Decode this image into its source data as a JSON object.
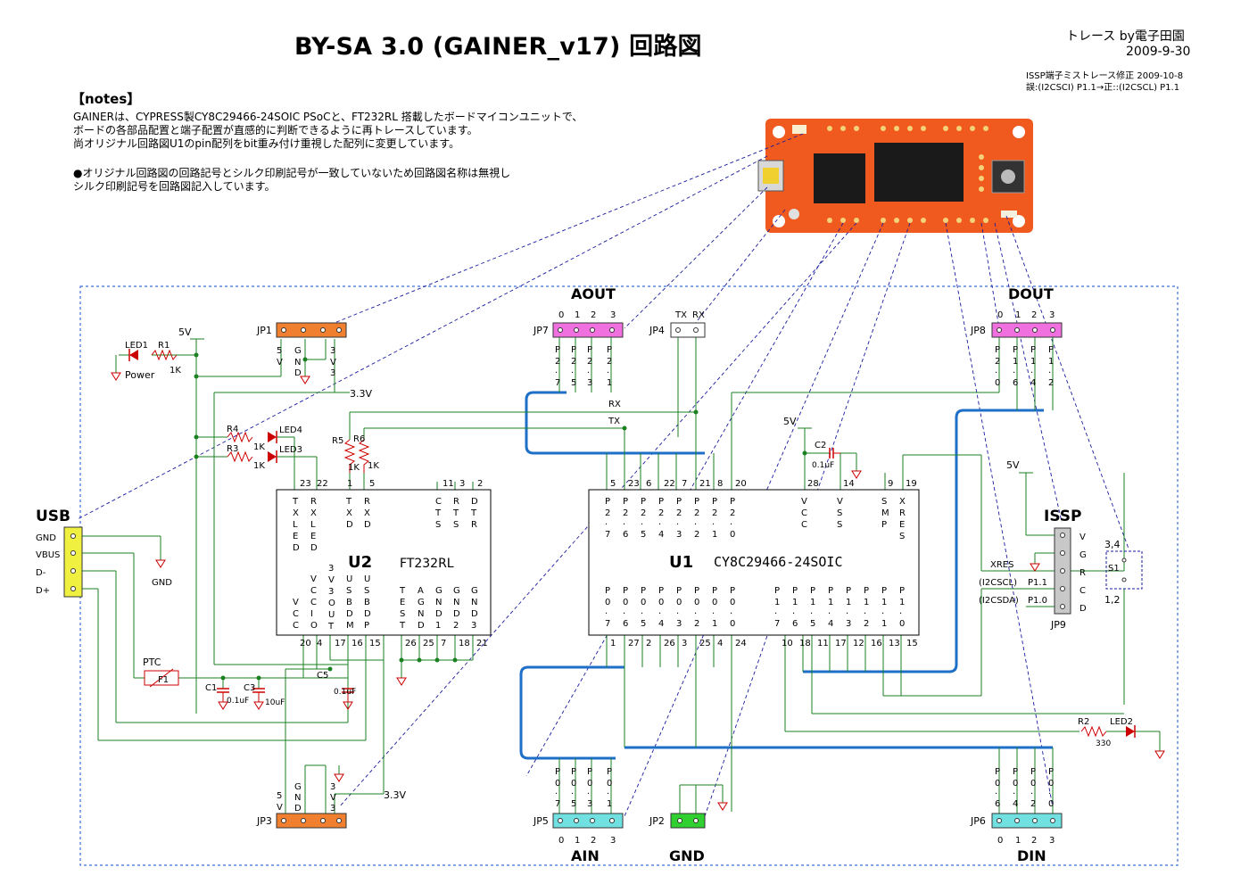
{
  "header": {
    "title": "BY-SA 3.0 (GAINER_v17) 回路図",
    "trace_credit": "トレース by電子田園",
    "trace_date": "2009-9-30",
    "fix_note_line1": "ISSP端子ミストレース修正 2009-10-8",
    "fix_note_line2": "誤:(I2CSCI) P1.1→正::(I2CSCL) P1.1"
  },
  "notes": {
    "heading": "【notes】",
    "line1": "GAINERは、CYPRESS製CY8C29466-24SOIC PSoCと、FT232RL 搭載したボードマイコンユニットで、",
    "line2": "ボードの各部品配置と端子配置が直感的に判断できるように再トレースしています。",
    "line3": "尚オリジナル回路図U1のpin配列をbit重み付け重視した配列に変更しています。",
    "line4": "●オリジナル回路図の回路記号とシルク印刷記号が一致していないため回路図名称は無視し",
    "line5": "シルク印刷記号を回路図記入しています。"
  },
  "labels": {
    "aout": "AOUT",
    "dout": "DOUT",
    "ain": "AIN",
    "gnd_group": "GND",
    "din": "DIN",
    "usb": "USB",
    "issp": "ISSP",
    "u1": "U1",
    "u1_part": "CY8C29466-24SOIC",
    "u2": "U2",
    "u2_part": "FT232RL",
    "jp1": "JP1",
    "jp2": "JP2",
    "jp3": "JP3",
    "jp4": "JP4",
    "jp5": "JP5",
    "jp6": "JP6",
    "jp7": "JP7",
    "jp8": "JP8",
    "jp9": "JP9",
    "led1": "LED1",
    "power": "Power",
    "r1": "R1",
    "r1_val": "1K",
    "v5": "5V",
    "r4": "R4",
    "r3": "R3",
    "r4_val": "1K",
    "r3_val": "1K",
    "led4": "LED4",
    "led3": "LED3",
    "r5": "R5",
    "r6": "R6",
    "r5_val": "1K",
    "r6_val": "1K",
    "v33": "3.3V",
    "rx": "RX",
    "tx": "TX",
    "c2": "C2",
    "c2_val": "0.1uF",
    "ptc": "PTC",
    "f1": "F1",
    "c1": "C1",
    "c1_val": "0.1uF",
    "c3": "C3",
    "c3_val": "10uF",
    "c5": "C5",
    "c5_val": "0.1uF",
    "gnd": "GND",
    "usb_pins": [
      "GND",
      "VBUS",
      "D-",
      "D+"
    ],
    "xres": "XRES",
    "i2cscl": "(I2CSCL)",
    "p11": "P1.1",
    "i2csda": "(I2CSDA)",
    "p10": "P1.0",
    "issp_pins": [
      "V",
      "G",
      "R",
      "C",
      "D"
    ],
    "s1": "S1",
    "s1_34": "3,4",
    "s1_12": "1,2",
    "r2": "R2",
    "r2_val": "330",
    "led2": "LED2"
  }
}
